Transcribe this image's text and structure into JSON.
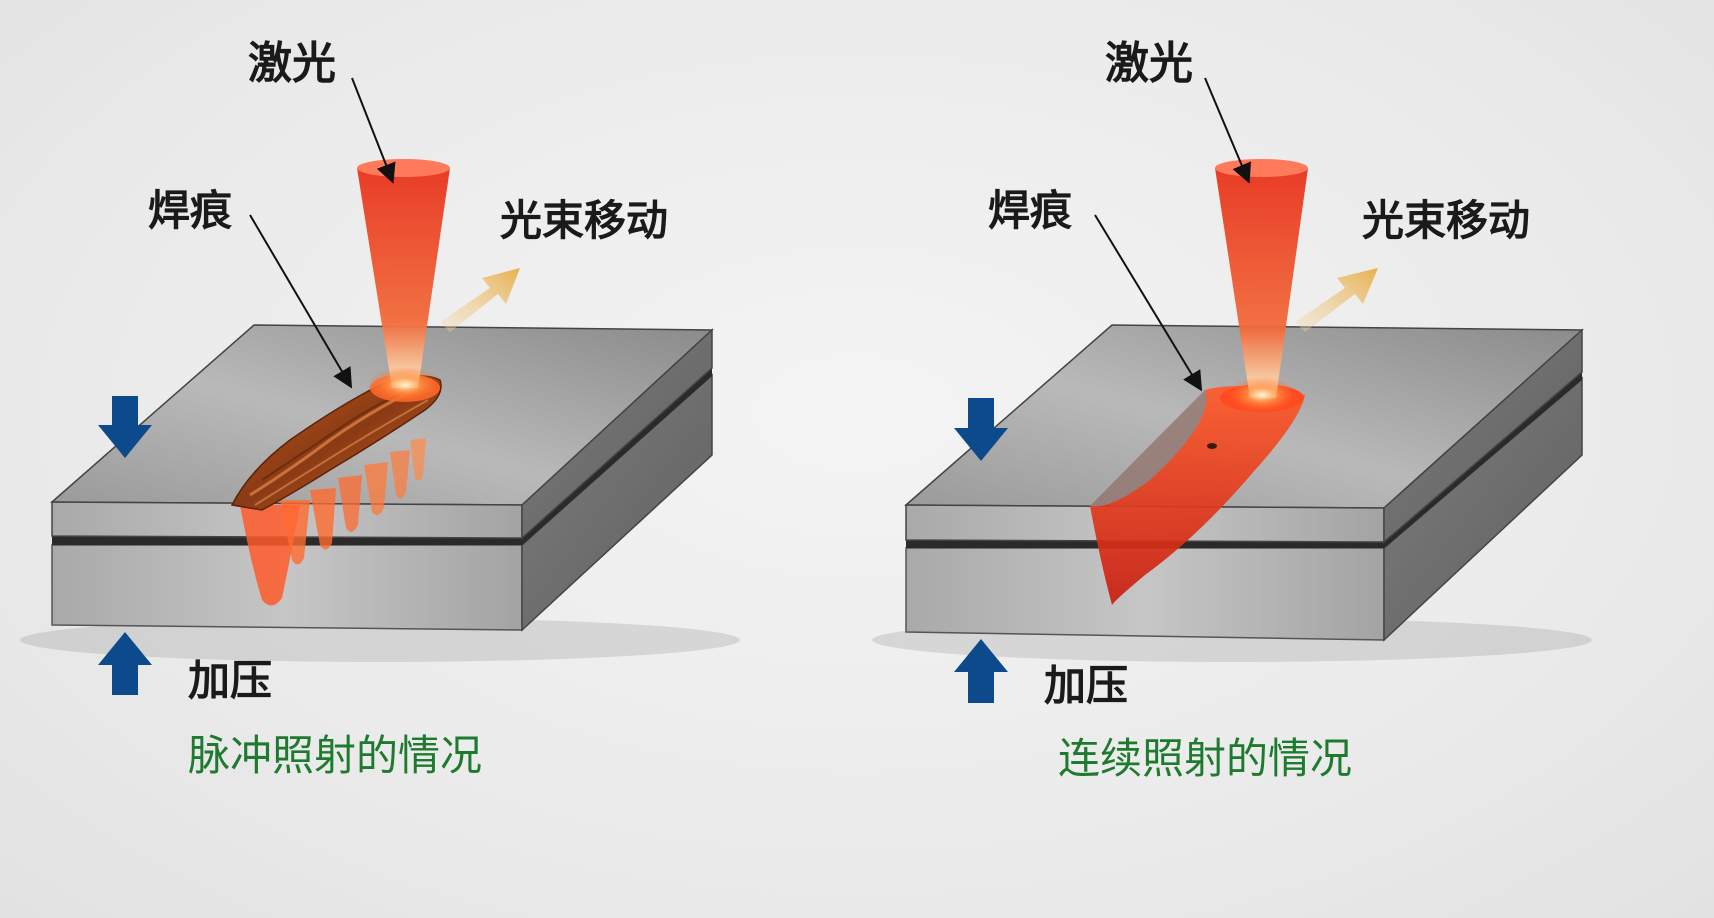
{
  "colors": {
    "caption": "#1e7a2e",
    "label": "#1a1a1a",
    "pressure_arrow": "#0d4a8c",
    "laser_beam": "#e83a22",
    "move_arrow": "#e8b85a",
    "metal": "#8f8f8f"
  },
  "panels": [
    {
      "mode": "pulsed",
      "laser_label": "激光",
      "weld_label": "焊痕",
      "move_label": "光束移动",
      "pressure_label": "加压",
      "caption": "脉冲照射的情况"
    },
    {
      "mode": "continuous",
      "laser_label": "激光",
      "weld_label": "焊痕",
      "move_label": "光束移动",
      "pressure_label": "加压",
      "caption": "连续照射的情况"
    }
  ]
}
